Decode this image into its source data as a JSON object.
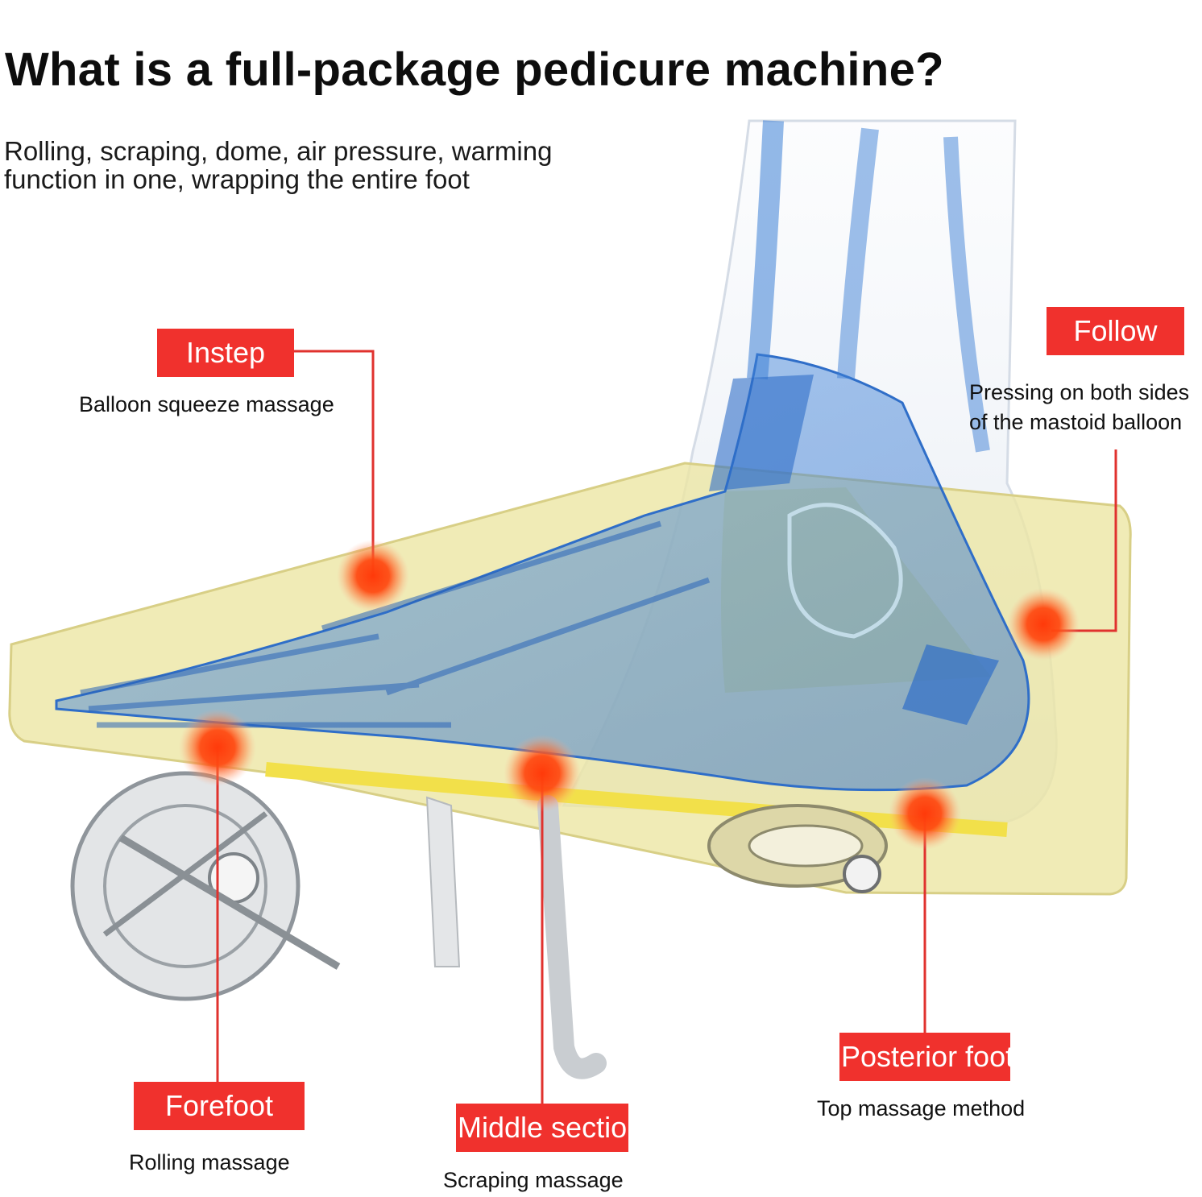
{
  "title": "What is a full-package pedicure machine?",
  "subtitle": "Rolling, scraping, dome, air pressure, warming function in one, wrapping the entire foot",
  "colors": {
    "tag_red": "#f0312d",
    "leader_line": "#e0322e",
    "hotspot": "#ff4a12",
    "foot_blue": "#3d7fd6",
    "pad_yellow": "#ece6a4"
  },
  "labels": {
    "instep": {
      "tag": "Instep",
      "desc": "Balloon squeeze massage"
    },
    "follow": {
      "tag": "Follow",
      "desc_line1": "Pressing on both sides",
      "desc_line2": "of the mastoid balloon"
    },
    "forefoot": {
      "tag": "Forefoot",
      "desc": "Rolling massage"
    },
    "middle": {
      "tag": "Middle section",
      "desc": "Scraping massage"
    },
    "posterior": {
      "tag": "Posterior foot",
      "desc": "Top massage method"
    }
  }
}
